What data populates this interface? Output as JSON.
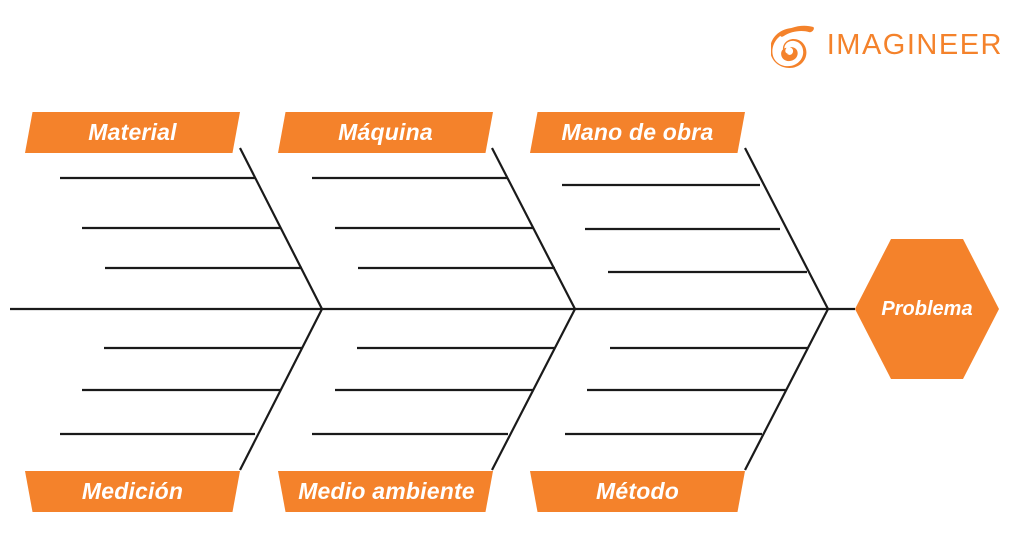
{
  "brand": {
    "name": "IMAGINEER",
    "logo_icon": "spiral-swirl-logo-icon",
    "color": "#F4822B"
  },
  "diagram": {
    "type": "fishbone-ishikawa",
    "effect": {
      "label": "Problema",
      "shape": "hexagon",
      "color": "#F4822B"
    },
    "line_color": "#1a1a1a",
    "categories_top": [
      {
        "label": "Material",
        "cause_lines": 3
      },
      {
        "label": "Máquina",
        "cause_lines": 3
      },
      {
        "label": "Mano de obra",
        "cause_lines": 3
      }
    ],
    "categories_bottom": [
      {
        "label": "Medición",
        "cause_lines": 3
      },
      {
        "label": "Medio ambiente",
        "cause_lines": 3
      },
      {
        "label": "Método",
        "cause_lines": 3
      }
    ]
  }
}
